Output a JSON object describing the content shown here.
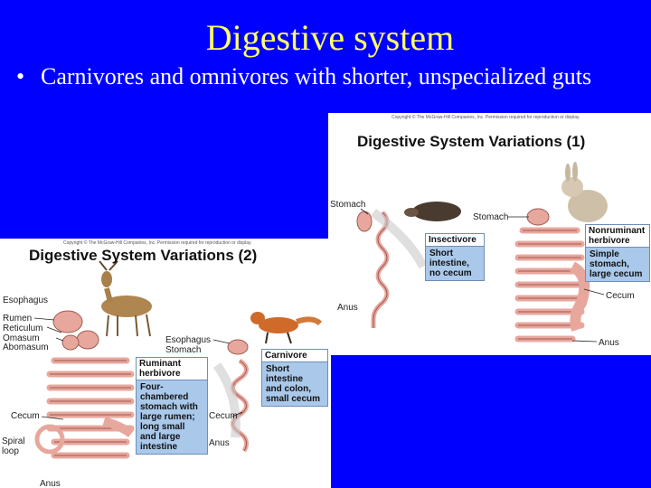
{
  "slide": {
    "title": "Digestive system",
    "bullet_marker": "•",
    "bullet_text": "Carnivores and omnivores with shorter, unspecialized guts"
  },
  "panel1": {
    "copyright": "Copyright © The McGraw-Hill Companies, Inc. Permission required for reproduction or display.",
    "title": "Digestive System Variations (1)",
    "labels": {
      "stomach_left": "Stomach",
      "stomach_right": "Stomach",
      "anus_left": "Anus",
      "cecum": "Cecum",
      "anus_right": "Anus"
    },
    "insectivore": {
      "header": "Insectivore",
      "lines": [
        "Short",
        "intestine,",
        "no cecum"
      ]
    },
    "nonruminant": {
      "header_lines": [
        "Nonruminant",
        "herbivore"
      ],
      "lines": [
        "Simple",
        "stomach,",
        "large cecum"
      ]
    }
  },
  "panel2": {
    "copyright": "Copyright © The McGraw-Hill Companies, Inc. Permission required for reproduction or display.",
    "title": "Digestive System Variations (2)",
    "labels": {
      "esophagus_left": "Esophagus",
      "rumen": "Rumen",
      "reticulum": "Reticulum",
      "omasum": "Omasum",
      "abomasum": "Abomasum",
      "cecum_left": "Cecum",
      "spiral_loop": "Spiral loop",
      "anus_left": "Anus",
      "esophagus_right": "Esophagus",
      "stomach_right": "Stomach",
      "cecum_right": "Cecum",
      "anus_right": "Anus"
    },
    "ruminant": {
      "header_lines": [
        "Ruminant",
        "herbivore"
      ],
      "lines": [
        "Four-",
        "chambered",
        "stomach with",
        "large rumen;",
        "long small",
        "and large",
        "intestine"
      ]
    },
    "carnivore": {
      "header": "Carnivore",
      "lines": [
        "Short",
        "intestine",
        "and colon,",
        "small cecum"
      ]
    }
  },
  "colors": {
    "background": "#0000ff",
    "title": "#ffff66",
    "bullet": "#ffffff",
    "box_fill": "#a9c8ea",
    "gut_fill": "#e8a79d"
  }
}
